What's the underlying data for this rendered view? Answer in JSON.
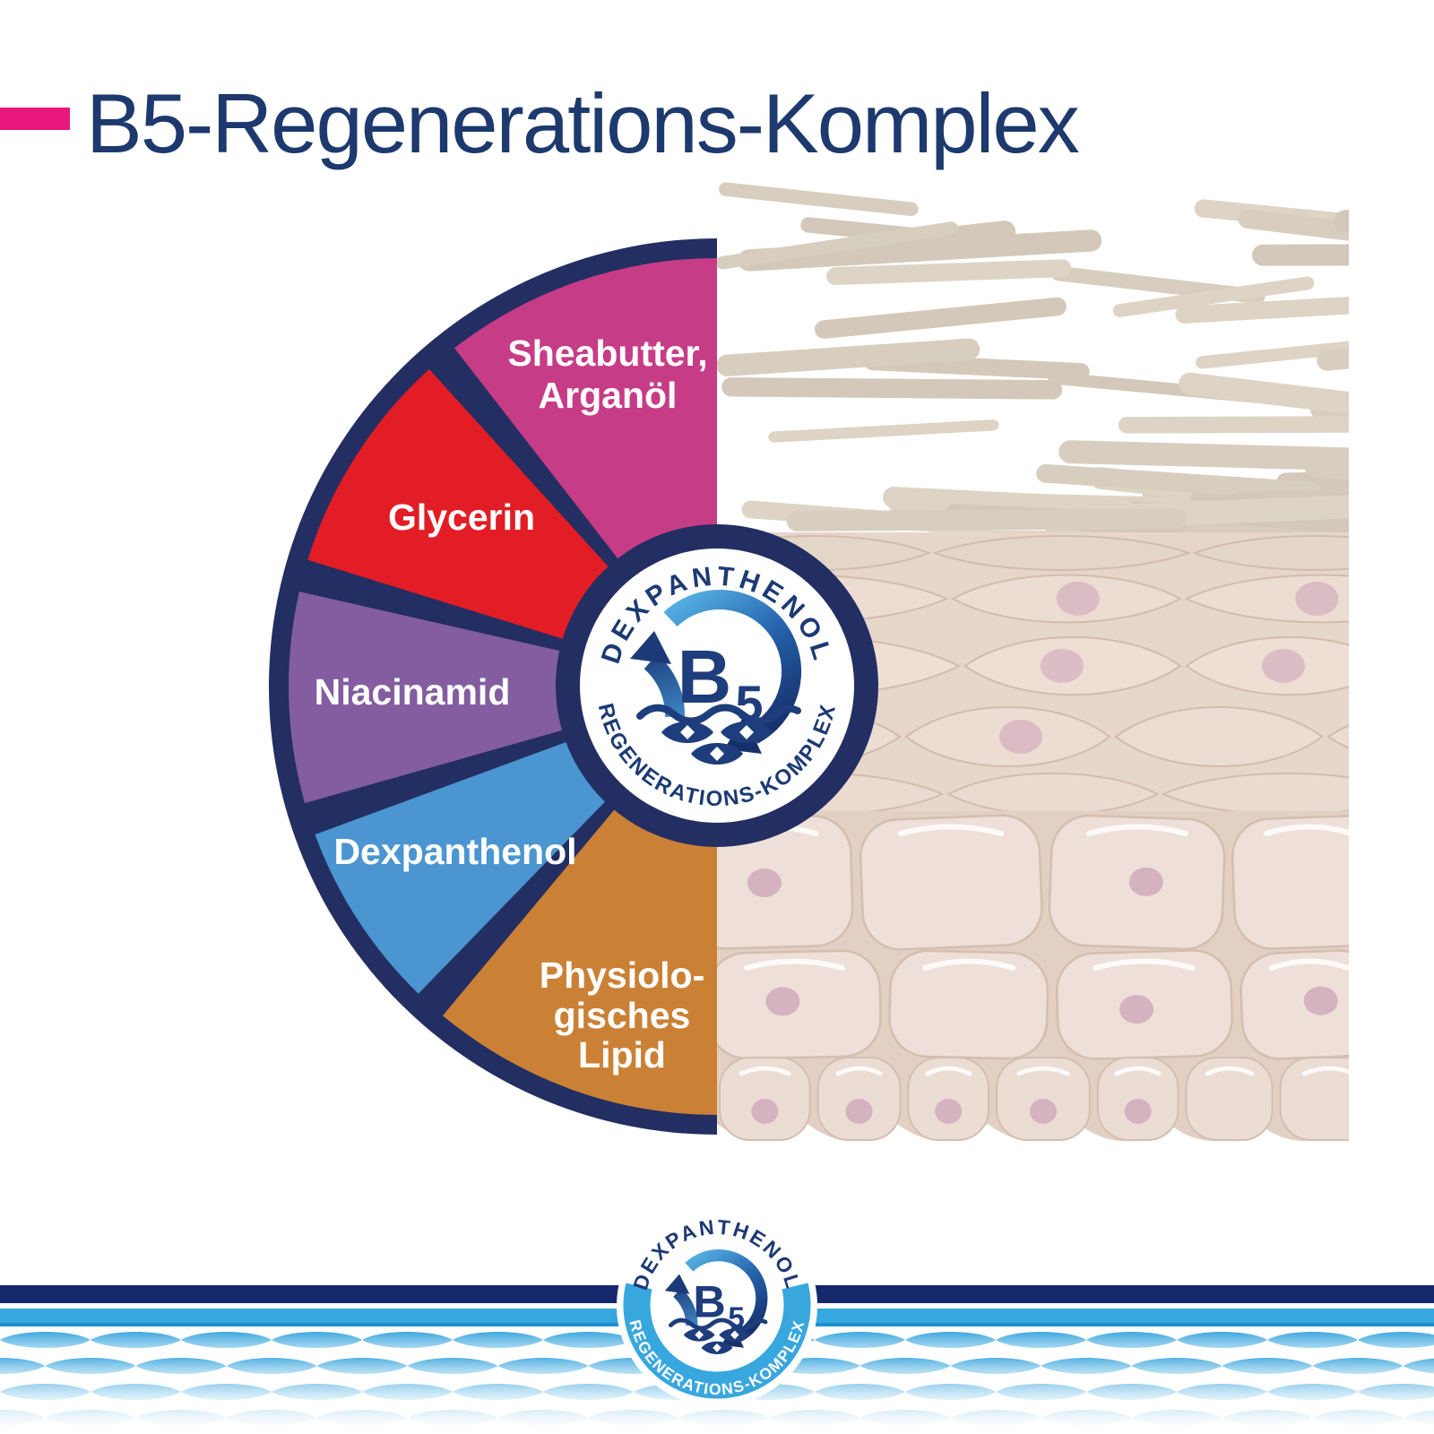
{
  "header": {
    "title": "B5-Regenerations-Komplex",
    "title_color": "#1d396d",
    "accent_color": "#e9187c"
  },
  "wheel": {
    "divider_color": "#232e62",
    "label_color": "#ffffff",
    "segments": [
      {
        "name": "sheabutter-arganoel",
        "color": "#c73c86",
        "lines": [
          "Sheabutter,",
          "Arganöl"
        ]
      },
      {
        "name": "glycerin",
        "color": "#e21d25",
        "lines": [
          "Glycerin"
        ]
      },
      {
        "name": "niacinamid",
        "color": "#835d9f",
        "lines": [
          "Niacinamid"
        ]
      },
      {
        "name": "dexpanthenol",
        "color": "#4b95d0",
        "lines": [
          "Dexpanthenol"
        ]
      },
      {
        "name": "physiologisches-lipid",
        "color": "#ca8136",
        "lines": [
          "Physiolo-",
          "gisches",
          "Lipid"
        ]
      }
    ]
  },
  "badge": {
    "top_text": "DEXPANTHENOL",
    "center_main": "B",
    "center_sub": "5",
    "bottom_text": "REGENERATIONS-KOMPLEX",
    "ring_color": "#232e62",
    "text_color": "#1c3a74",
    "arrow_light": "#56b2e4",
    "arrow_dark": "#16306b"
  },
  "footer": {
    "stripe_navy_color": "#15286b",
    "stripe_sky_color": "#35a8e0",
    "lattice_color": "#3fa7dd",
    "badge_ring_color": "#38a7de"
  },
  "skin": {
    "flake_color": "#d8cec0",
    "cell_fill": "#eee0d8",
    "cell_outline": "#d4beb0",
    "background_tan": "#e2d0c4",
    "nucleus_color": "#d4b2c0"
  }
}
